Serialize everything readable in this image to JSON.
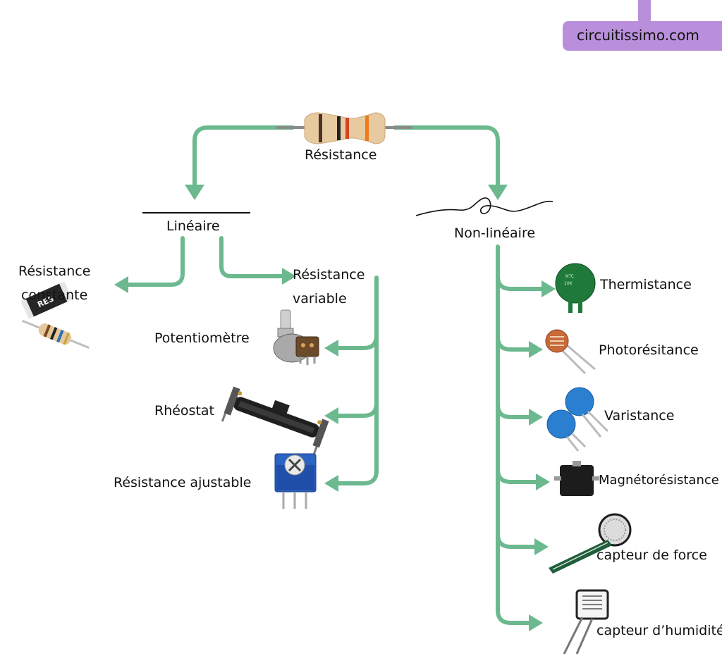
{
  "brand": {
    "site": "circuitissimo.com",
    "color": "#b98fdb"
  },
  "colors": {
    "arrow": "#6cb98f",
    "text": "#111111"
  },
  "root": {
    "label": "Résistance",
    "icon": "resistor-icon"
  },
  "linear": {
    "label": "Linéaire",
    "constant": {
      "line1": "Résistance",
      "line2": "constante",
      "icon": "fixed-resistor-icon"
    },
    "variable": {
      "line1": "Résistance",
      "line2": "variable",
      "items": [
        {
          "label": "Potentiomètre",
          "icon": "potentiometer-icon"
        },
        {
          "label": "Rhéostat",
          "icon": "rheostat-icon"
        },
        {
          "label": "Résistance ajustable",
          "icon": "trimmer-icon"
        }
      ]
    }
  },
  "nonlinear": {
    "label": "Non-linéaire",
    "items": [
      {
        "label": "Thermistance",
        "icon": "thermistor-icon"
      },
      {
        "label": "Photorésitance",
        "icon": "photoresistor-icon"
      },
      {
        "label": "Varistance",
        "icon": "varistor-icon"
      },
      {
        "label": "Magnétorésistance",
        "icon": "magnetoresistor-icon"
      },
      {
        "label": "capteur de force",
        "icon": "force-sensor-icon"
      },
      {
        "label": "capteur d’humidité",
        "icon": "humidity-sensor-icon"
      }
    ]
  }
}
